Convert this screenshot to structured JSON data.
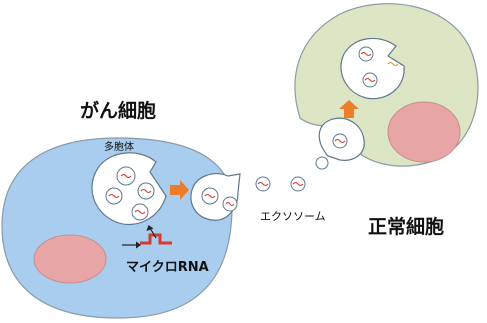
{
  "labels": {
    "cancer_cell": "がん細胞",
    "normal_cell": "正常細胞",
    "multivesicular_body": "多胞体",
    "exosome": "エクソソーム",
    "microrna": "マイクロRNA"
  },
  "colors": {
    "cancer_cytoplasm": "#a9cdee",
    "normal_cytoplasm": "#dce6c4",
    "nucleus": "#e7a6a5",
    "microrna": "#d43a2e",
    "arrow": "#ee7d2a",
    "vesicle_outline": "#5e7890",
    "cell_outline": "#8b9aa6"
  },
  "icons": [
    "orange-arrow-right",
    "orange-arrow-up",
    "black-arrow",
    "microrna-hairpin"
  ]
}
